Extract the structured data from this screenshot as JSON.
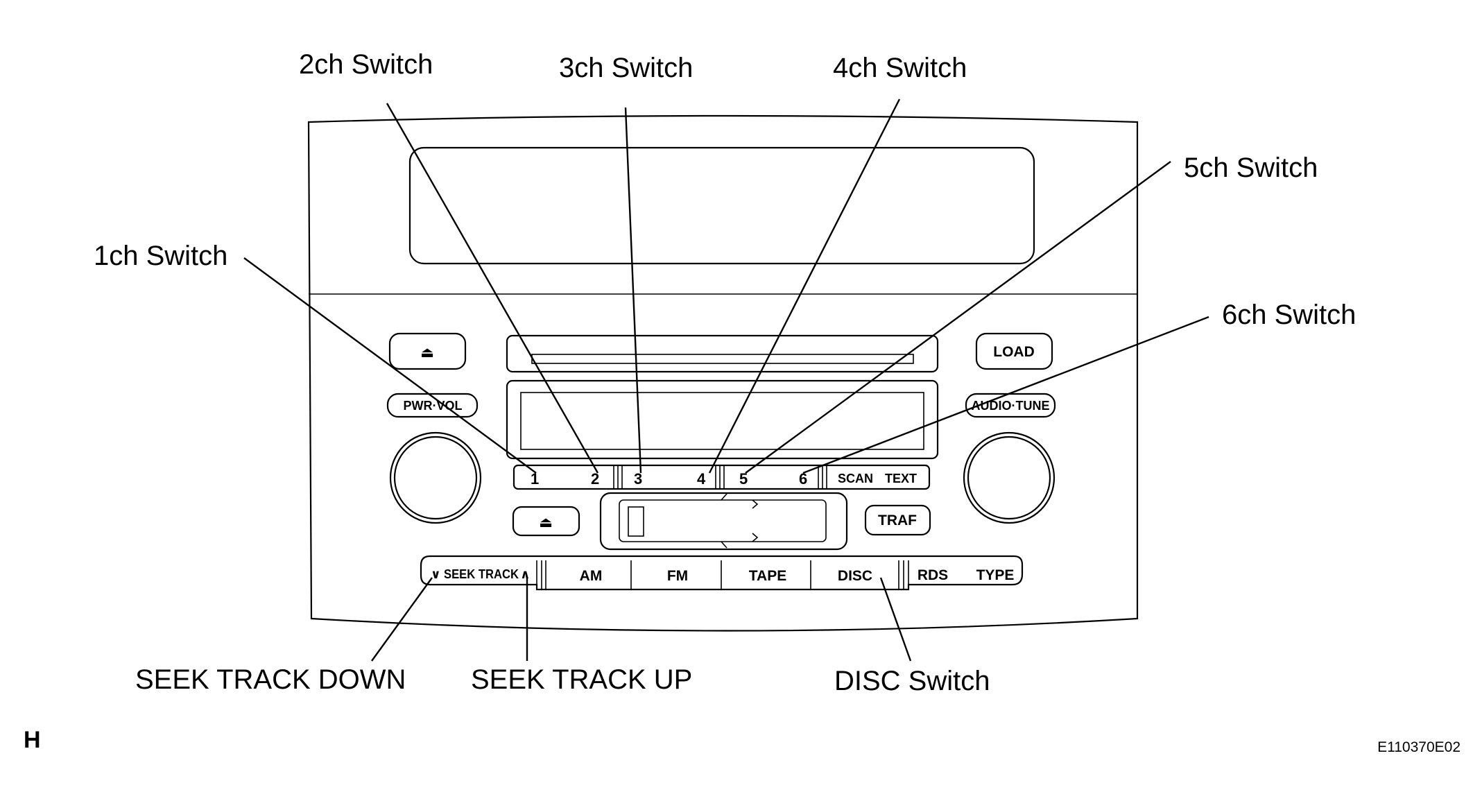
{
  "figure": {
    "letter": "H",
    "code": "E110370E02"
  },
  "callouts": {
    "ch1": "1ch Switch",
    "ch2": "2ch Switch",
    "ch3": "3ch Switch",
    "ch4": "4ch Switch",
    "ch5": "5ch Switch",
    "ch6": "6ch Switch",
    "seek_down": "SEEK TRACK DOWN",
    "seek_up": "SEEK TRACK UP",
    "disc": "DISC Switch"
  },
  "panel": {
    "load": "LOAD",
    "pwr_vol": "PWR·VOL",
    "audio_tune": "AUDIO·TUNE",
    "presets": [
      "1",
      "2",
      "3",
      "4",
      "5",
      "6"
    ],
    "scan": "SCAN",
    "text": "TEXT",
    "traf": "TRAF",
    "seek_track": "SEEK TRACK",
    "seek_down_glyph": "∨",
    "seek_up_glyph": "∧",
    "eject_glyph": "⏏",
    "am": "AM",
    "fm": "FM",
    "tape": "TAPE",
    "disc": "DISC",
    "rds": "RDS",
    "type": "TYPE"
  }
}
